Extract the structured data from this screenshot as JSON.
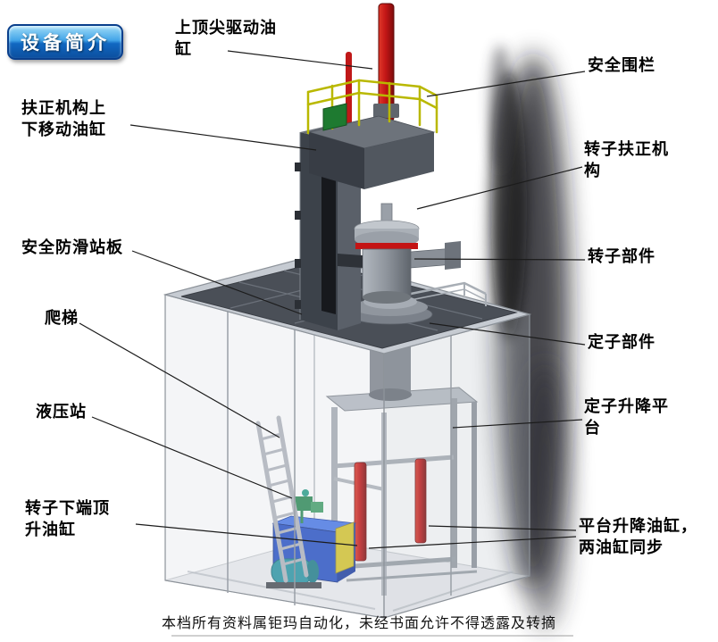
{
  "page": {
    "footer_text": "本档所有资料属钜玛自动化，未经书面允许不得透露及转摘"
  },
  "title_badge": {
    "label": "设备简介"
  },
  "annotations": {
    "top_tip_cylinder": "上顶尖驱动油\n缸",
    "safety_fence": "安全围栏",
    "centering_move_cylinder": "扶正机构上\n下移动油缸",
    "rotor_centering": "转子扶正机\n构",
    "antislip_board": "安全防滑站板",
    "rotor_part": "转子部件",
    "ladder": "爬梯",
    "stator_part": "定子部件",
    "hydraulic_station": "液压站",
    "stator_lift_platform": "定子升降平\n台",
    "rotor_jack_cylinder": "转子下端顶\n升油缸",
    "platform_lift_cylinders": "平台升降油缸，\n两油缸同步"
  },
  "colors": {
    "badge_blue_top": "#9fdcf8",
    "badge_blue_bottom": "#0c4f9e",
    "cylinder_red": "#c41616",
    "railing_yellow": "#b9b800",
    "hydraulic_blue": "#2853c6",
    "accent_yellow": "#d6c62e",
    "machine_dark_gray": "#3c424a",
    "machine_light_gray": "#c6cbd2",
    "plate_dark": "#4a4f57"
  }
}
